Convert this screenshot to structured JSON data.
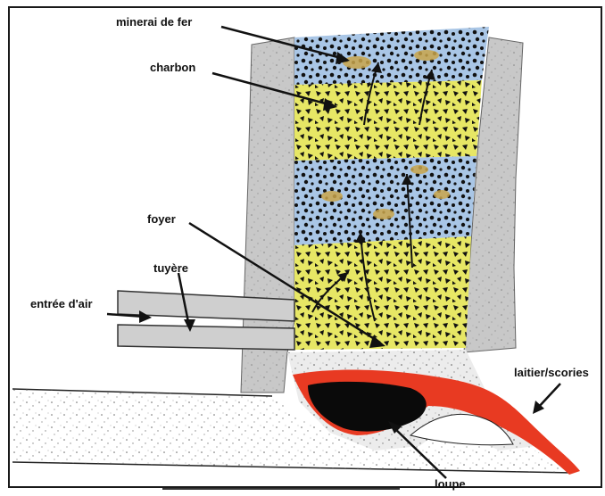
{
  "labels": {
    "iron_ore": "minerai de fer",
    "charcoal": "charbon",
    "hearth": "foyer",
    "tuyere": "tuyère",
    "air_inlet": "entrée d'air",
    "slag": "laitier/scories",
    "bloom": "loupe"
  },
  "colors": {
    "ore_layer": "#a9c6e6",
    "charcoal_layer": "#e7e765",
    "wall": "#c8c8c8",
    "slag": "#e83a22",
    "bloom": "#0a0a0a",
    "ore_nodule": "#c9a44a",
    "frame": "#1a1a1a"
  }
}
